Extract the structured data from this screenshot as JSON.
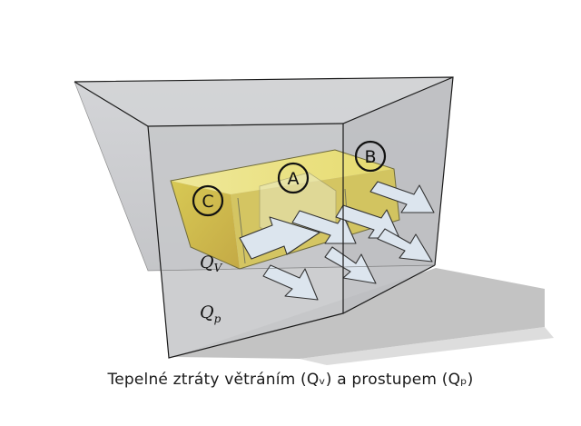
{
  "diagram": {
    "zones": [
      {
        "id": "zone-a",
        "label": "A"
      },
      {
        "id": "zone-b",
        "label": "B"
      },
      {
        "id": "zone-c",
        "label": "C"
      }
    ],
    "labels": {
      "qv_main": "Q",
      "qv_sub": "V",
      "qp_main": "Q",
      "qp_sub": "p"
    },
    "caption": "Tepelné ztráty větráním (Qᵥ) a prostupem (Qₚ)",
    "colors": {
      "box_fill": "#c9cacd",
      "box_edge": "#1a1a1a",
      "zone_fill": "#e3d44a",
      "zone_top": "#eee78e",
      "arrow_fill": "#dde6ef",
      "shadow": "#b5b5b5"
    }
  }
}
